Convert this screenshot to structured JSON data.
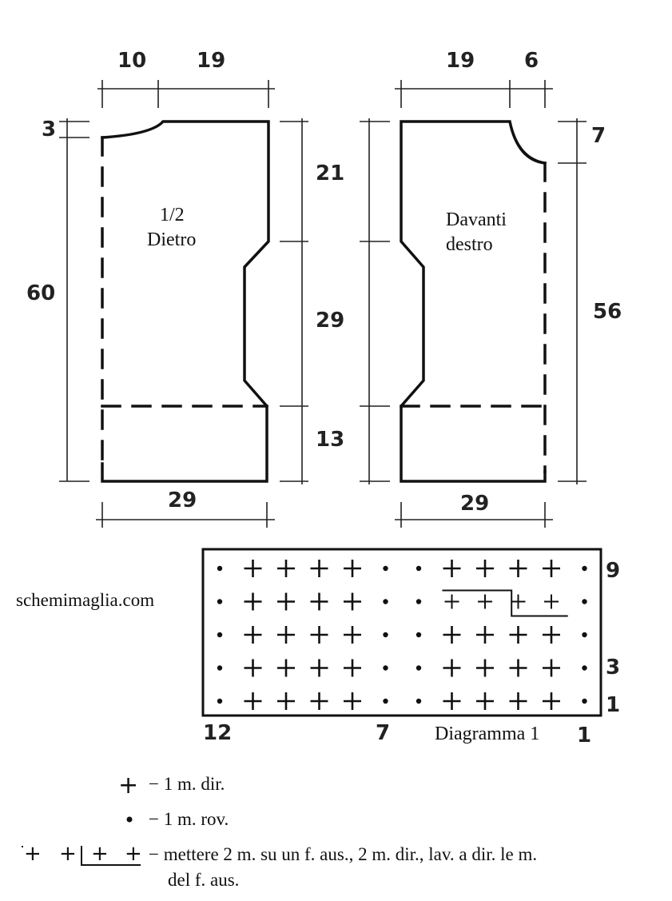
{
  "back_piece": {
    "title_line1": "1/2",
    "title_line2": "Dietro",
    "dims": {
      "top_left": "10",
      "top_right": "19",
      "shoulder_drop": "3",
      "height": "60",
      "armhole": "21",
      "side": "29",
      "rib": "13",
      "bottom": "29"
    }
  },
  "front_piece": {
    "title_line1": "Davanti",
    "title_line2": "destro",
    "dims": {
      "top_left": "19",
      "top_right": "6",
      "neck_drop": "7",
      "height": "56",
      "bottom": "29"
    }
  },
  "watermark": "schemimaglia.com",
  "diagram": {
    "title": "Diagramma 1",
    "col_labels": {
      "left": "12",
      "middle": "7",
      "right": "1"
    },
    "row_labels": {
      "top": "9",
      "mid": "3",
      "bottom": "1"
    },
    "symbols": {
      "knit": "+",
      "purl": "•"
    },
    "rows": [
      "•++++••++++•",
      "•++++••CCCC•",
      "•++++••++++•",
      "•++++••++++•",
      "•++++••++++•"
    ]
  },
  "legend": {
    "knit_text": "− 1 m. dir.",
    "purl_text": "− 1 m. rov.",
    "cable_text_line1": "− mettere 2 m. su un f. aus., 2 m. dir., lav. a dir. le m.",
    "cable_text_line2": "del f. aus."
  }
}
